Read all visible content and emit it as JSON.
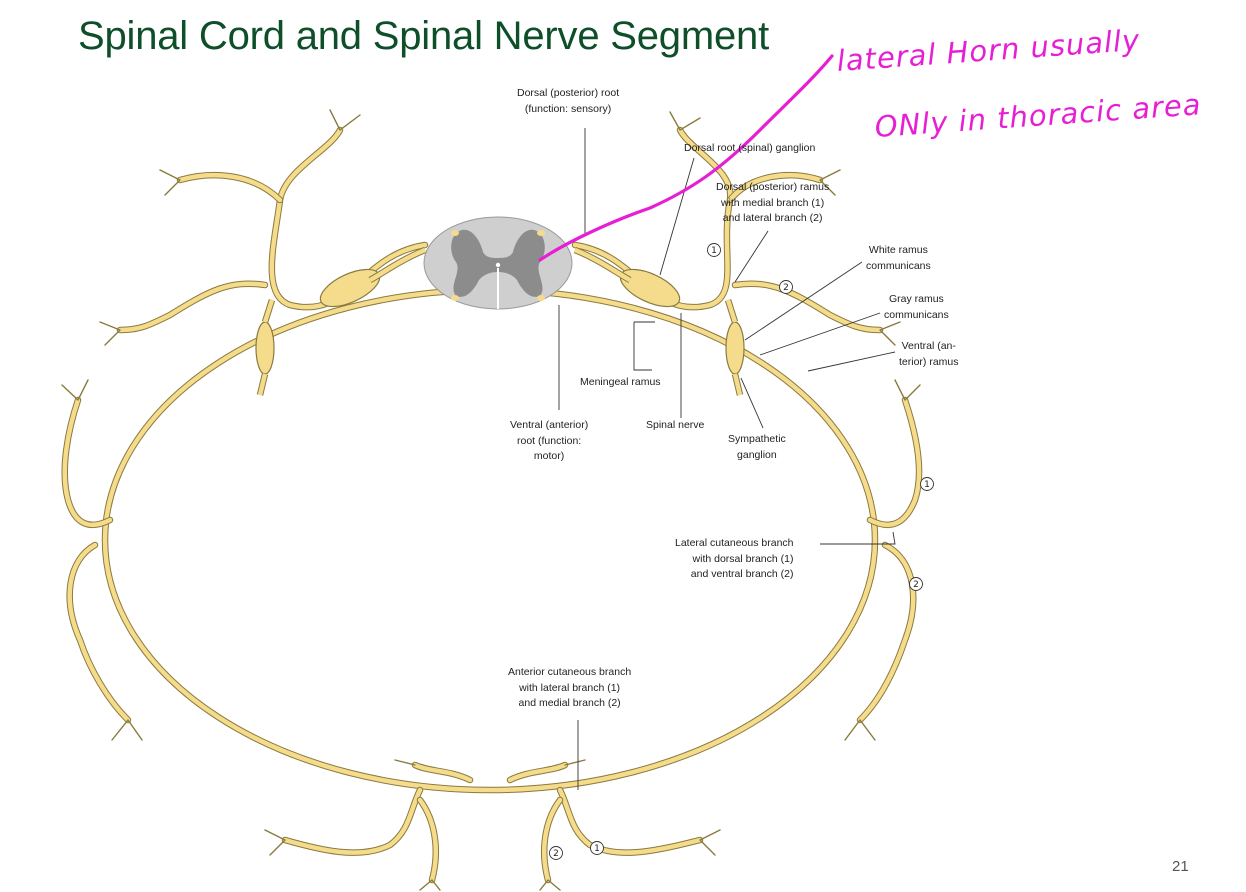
{
  "slide": {
    "title": "Spinal Cord and Spinal Nerve Segment",
    "page_number": "21"
  },
  "annotation": {
    "line1": "lateral Horn usually",
    "line2": "ONly in thoracic area",
    "ink_color": "#e61fd4"
  },
  "colors": {
    "nerve": "#f5dc8c",
    "nerve_outline": "#8a7a3e",
    "cord_white_matter": "#cfcfcf",
    "cord_gray_matter": "#8c8c8c",
    "title": "#0e4f2a"
  },
  "labels": {
    "dorsal_root": "Dorsal (posterior) root\n(function: sensory)",
    "dorsal_root_ganglion": "Dorsal root (spinal) ganglion",
    "dorsal_ramus": "Dorsal (posterior) ramus\nwith medial branch (1)\nand lateral branch (2)",
    "white_ramus": "White ramus\ncommunicans",
    "gray_ramus": "Gray ramus\ncommunicans",
    "ventral_ramus": "Ventral (an-\nterior) ramus",
    "meningeal_ramus": "Meningeal ramus",
    "ventral_root": "Ventral (anterior)\nroot (function:\nmotor)",
    "spinal_nerve": "Spinal nerve",
    "sympathetic_ganglion": "Sympathetic\nganglion",
    "lateral_cutaneous": "Lateral cutaneous branch\nwith dorsal branch (1)\nand ventral branch (2)",
    "anterior_cutaneous": "Anterior cutaneous branch\nwith lateral branch (1)\nand medial branch (2)"
  },
  "branch_markers": [
    "1",
    "2"
  ]
}
